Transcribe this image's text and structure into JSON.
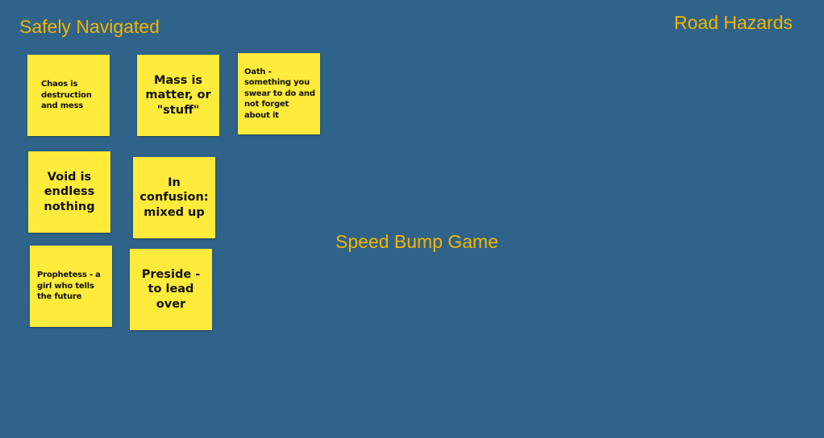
{
  "board": {
    "headings": {
      "left": "Safely Navigated",
      "right": "Road Hazards",
      "center": "Speed Bump Game"
    },
    "notes": [
      {
        "text": "Chaos is destruction and mess"
      },
      {
        "text": "Mass is matter, or \"stuff\""
      },
      {
        "text": "Oath - something you swear to do and not forget about it"
      },
      {
        "text": "Void is endless nothing"
      },
      {
        "text": "In confusion: mixed up"
      },
      {
        "text": "Prophetess - a girl who tells the future"
      },
      {
        "text": "Preside - to lead over"
      }
    ],
    "colors": {
      "background": "#2f6389",
      "heading": "#f4b400",
      "note": "#ffeb3b"
    }
  }
}
